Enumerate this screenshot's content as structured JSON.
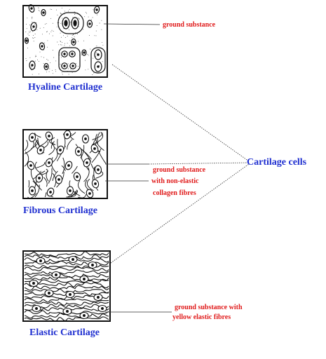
{
  "panels": {
    "hyaline": {
      "title": "Hyaline Cartilage"
    },
    "fibrous": {
      "title": "Fibrous Cartilage"
    },
    "elastic": {
      "title": "Elastic Cartilage"
    }
  },
  "labels": {
    "ground_substance": "ground substance",
    "fibrous_line1": "ground substance",
    "fibrous_line2": "with non-elastic",
    "fibrous_line3": "collagen fibres",
    "elastic_line1": "ground substance with",
    "elastic_line2": "yellow elastic fibres",
    "cartilage_cells": "Cartilage cells"
  },
  "colors": {
    "title": "#1f2fd0",
    "label": "#e01b1b",
    "cells_label": "#1f2fd0",
    "ink": "#111111"
  }
}
